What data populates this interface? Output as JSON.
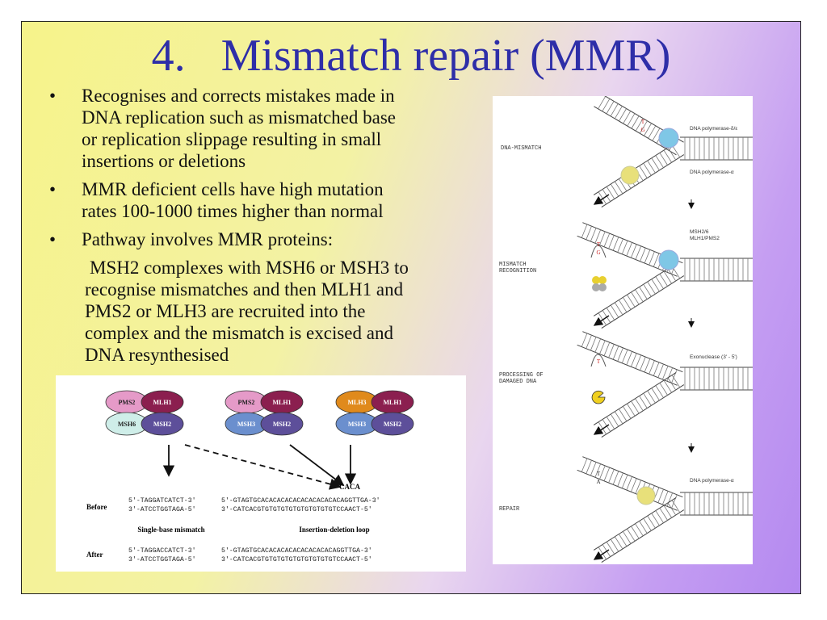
{
  "slide": {
    "number": "4.",
    "title": "Mismatch repair (MMR)",
    "bullet_symbol": "•",
    "bullets": [
      {
        "lines": [
          "Recognises and corrects mistakes made in",
          "DNA replication such as mismatched base",
          "or replication slippage resulting in small",
          "insertions or deletions"
        ]
      },
      {
        "lines": [
          "MMR deficient cells have high mutation",
          "rates 100-1000 times higher than normal"
        ]
      },
      {
        "lines": [
          "Pathway involves MMR proteins:"
        ]
      }
    ],
    "subtext": [
      "MSH2 complexes with MSH6 or MSH3 to",
      "recognise mismatches and then MLH1 and",
      "PMS2 or MLH3 are recruited into the",
      "complex and the mismatch is excised and",
      "DNA resynthesised"
    ]
  },
  "figure_left": {
    "complexes": [
      {
        "top_left": "PMS2",
        "top_right": "MLH1",
        "bottom_left": "MSH6",
        "bottom_right": "MSH2"
      },
      {
        "top_left": "PMS2",
        "top_right": "MLH1",
        "bottom_left": "MSH3",
        "bottom_right": "MSH2"
      },
      {
        "top_left": "MLH3",
        "top_right": "MLH1",
        "bottom_left": "MSH3",
        "bottom_right": "MSH2"
      }
    ],
    "loop_label": "CACA",
    "row_labels": {
      "before": "Before",
      "after": "After"
    },
    "captions": {
      "single": "Single-base mismatch",
      "loop": "Insertion-deletion loop"
    },
    "sequences": {
      "before_single_top": "5'-TAGGATCATCT-3'",
      "before_single_bottom": "3'-ATCCTGGTAGA-5'",
      "before_loop_top": "5'-GTAGTGCACACACACACACACACACACAGGTTGA-3'",
      "before_loop_bottom": "3'-CATCACGTGTGTGTGTGTGTGTGTGTCCAACT-5'",
      "after_single_top": "5'-TAGGACCATCT-3'",
      "after_single_bottom": "3'-ATCCTGGTAGA-5'",
      "after_loop_top": "5'-GTAGTGCACACACACACACACACACAGGTTGA-3'",
      "after_loop_bottom": "3'-CATCACGTGTGTGTGTGTGTGTGTGTCCAACT-5'"
    }
  },
  "figure_right": {
    "stages": [
      "DNA-MISMATCH",
      "MISMATCH\nRECOGNITION",
      "PROCESSING OF\nDAMAGED DNA",
      "REPAIR"
    ],
    "enzymes": {
      "pol_delta": "DNA polymerase-δ/ε",
      "pol_alpha": "DNA polymerase-α",
      "msh": "MSH2/6\nMLH1/PMS2",
      "exo": "Exonuclease (3' - 5')",
      "pol_alpha_repair": "DNA polymerase-α"
    },
    "bases": {
      "stage1": [
        "T",
        "G"
      ],
      "stage2": [
        "T",
        "G"
      ],
      "stage3": [
        "T"
      ],
      "stage4": [
        "T",
        "A"
      ]
    }
  },
  "colors": {
    "title": "#2e2ea8",
    "pms2": "#e59ac8",
    "mlh1": "#8b1f4f",
    "msh6": "#cfeee9",
    "msh2": "#5d4f9a",
    "msh3": "#6b8fce",
    "mlh3": "#e08a1c",
    "pol_delta": "#7fc7e6",
    "pol_alpha": "#e8e07a"
  }
}
